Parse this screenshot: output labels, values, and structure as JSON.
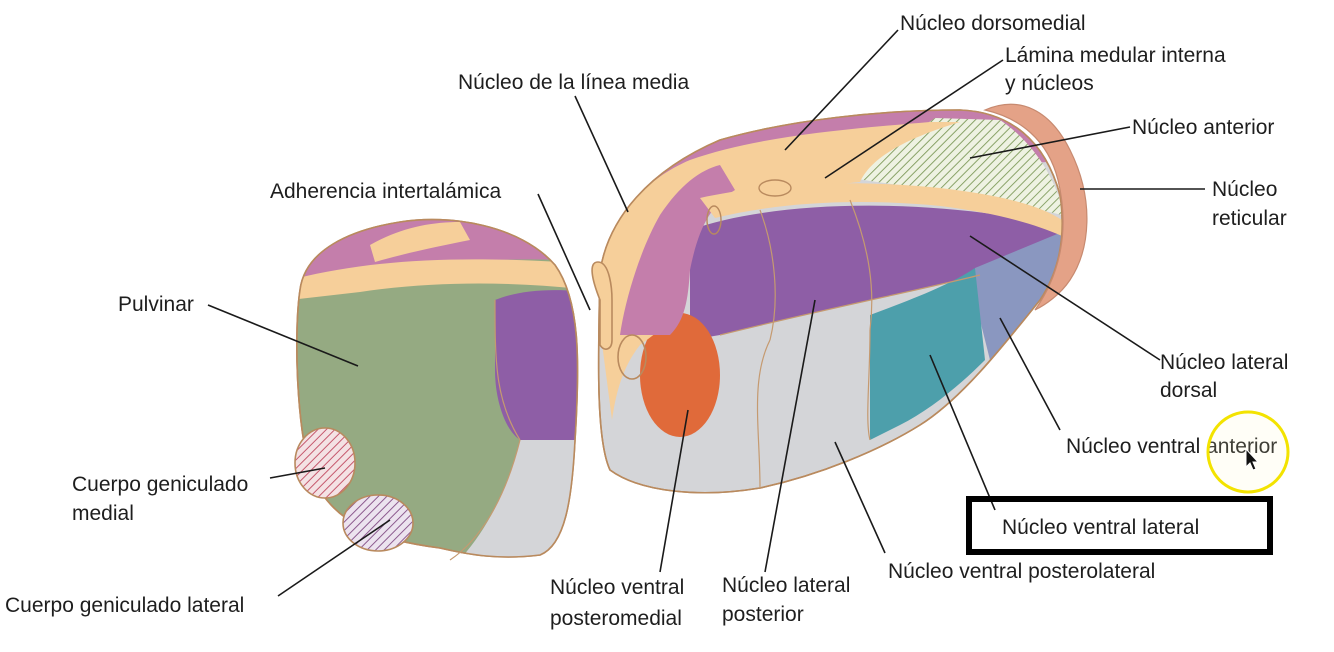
{
  "diagram": {
    "labels": {
      "dorsomedial": "Núcleo dorsomedial",
      "lamina_1": "Lámina medular interna",
      "lamina_2": "y núcleos",
      "linea_media": "Núcleo de la línea media",
      "anterior": "Núcleo anterior",
      "reticular_1": "Núcleo",
      "reticular_2": "reticular",
      "adherencia": "Adherencia intertalámica",
      "pulvinar": "Pulvinar",
      "lateral_dorsal_1": "Núcleo lateral",
      "lateral_dorsal_2": "dorsal",
      "ventral_anterior": "Núcleo ventral anterior",
      "geniculado_medial_1": "Cuerpo geniculado",
      "geniculado_medial_2": "medial",
      "ventral_lateral": "Núcleo ventral lateral",
      "ventral_posterolateral": "Núcleo ventral posterolateral",
      "geniculado_lateral": "Cuerpo geniculado lateral",
      "ventral_posteromedial_1": "Núcleo ventral",
      "ventral_posteromedial_2": "posteromedial",
      "lateral_posterior_1": "Núcleo lateral",
      "lateral_posterior_2": "posterior"
    },
    "highlighted_label": "Núcleo ventral lateral",
    "colors": {
      "medial_pink": "#c47eab",
      "lamina_cream": "#f6cf9a",
      "lateral_purple": "#8e5ea6",
      "pulvinar_green": "#95aa82",
      "ventral_grey": "#d4d5d8",
      "posteromedial_orange": "#e06a3a",
      "posterolateral_teal": "#4d9fab",
      "ventral_anterior_blue": "#8a97c0",
      "anterior_hatch": "#8fa870",
      "reticular_salmon": "#e4a287",
      "outline": "#b98a5e",
      "cursor_ring": "#f3e300",
      "highlight_box": "#000000"
    }
  },
  "pointer": {
    "icon": "mouse-pointer-icon"
  }
}
